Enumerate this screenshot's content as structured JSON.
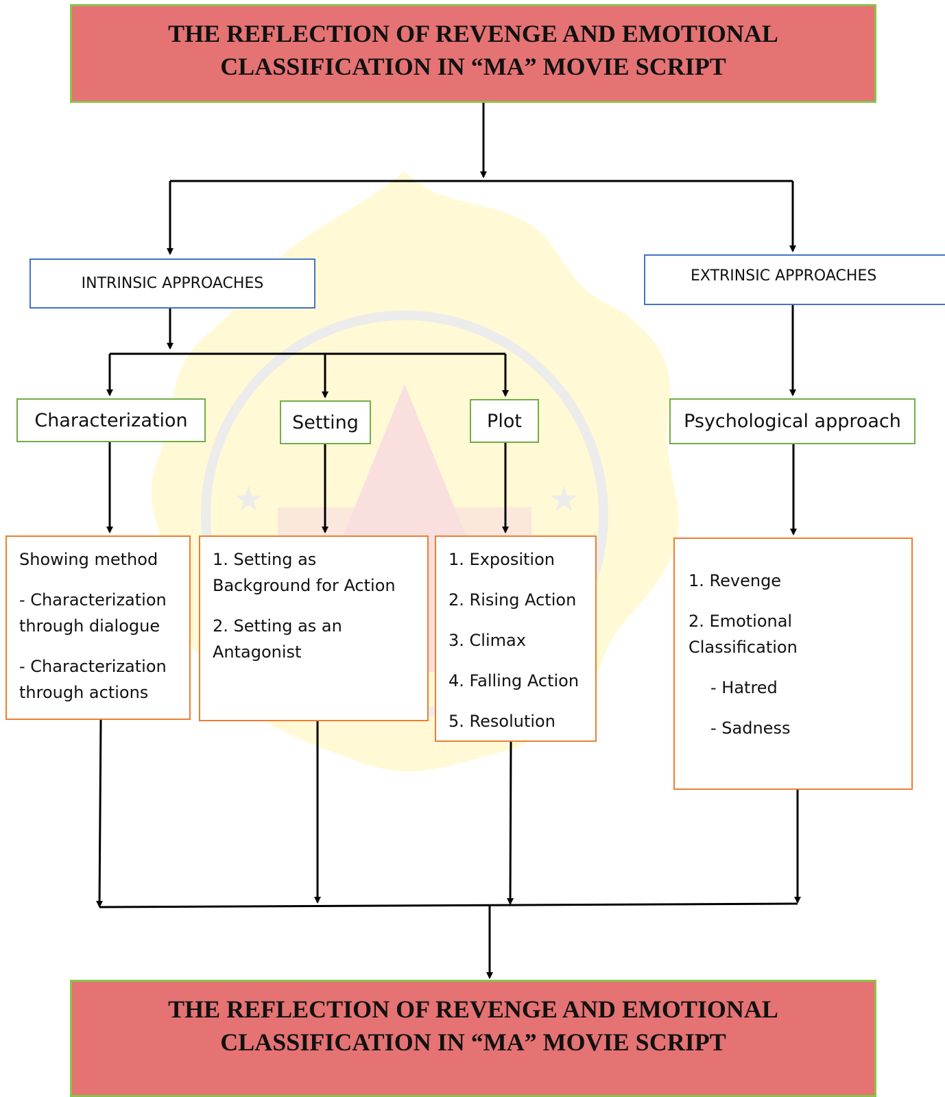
{
  "title_top": {
    "line1": "THE REFLECTION OF REVENGE AND EMOTIONAL",
    "line2": "CLASSIFICATION IN “MA” MOVIE SCRIPT"
  },
  "title_bottom": {
    "line1": "THE REFLECTION OF REVENGE AND EMOTIONAL",
    "line2": "CLASSIFICATION IN “MA” MOVIE SCRIPT"
  },
  "approaches": {
    "intrinsic": "INTRINSIC APPROACHES",
    "extrinsic": "EXTRINSIC APPROACHES"
  },
  "elements": {
    "characterization": "Characterization",
    "setting": "Setting",
    "plot": "Plot",
    "psychological": "Psychological approach"
  },
  "details": {
    "characterization": [
      "Showing method",
      "- Characterization through dialogue",
      "- Characterization through actions"
    ],
    "setting": [
      "1. Setting as Background for Action",
      "2. Setting as an Antagonist"
    ],
    "plot": [
      "1. Exposition",
      "2. Rising Action",
      "3. Climax",
      "4. Falling Action",
      "5. Resolution"
    ],
    "psychological": [
      "1. Revenge",
      "2. Emotional Classification",
      "- Hatred",
      "- Sadness"
    ]
  },
  "colors": {
    "title_fill": "#e57373",
    "title_border": "#8bc34a",
    "approach_border": "#4472c4",
    "element_border": "#70ad47",
    "detail_border": "#ed7d31",
    "watermark_yellow": "#fff5b3",
    "watermark_red": "#f7c6c6"
  }
}
